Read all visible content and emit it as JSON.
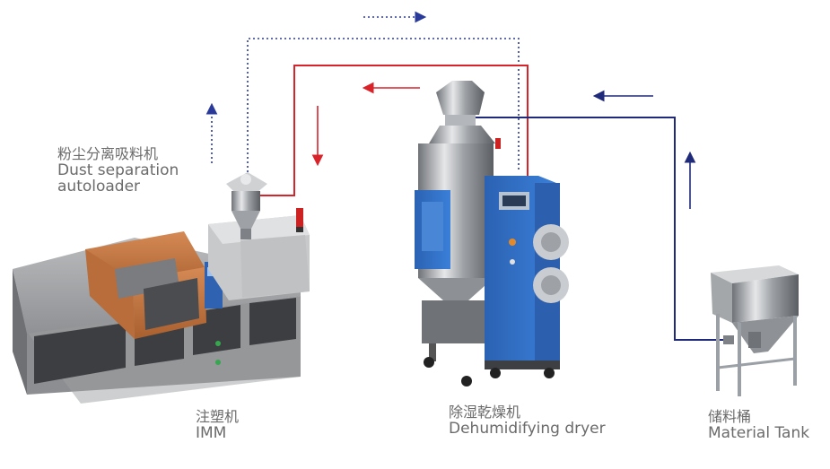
{
  "labels": {
    "autoloader": {
      "zh": "粉尘分离吸料机",
      "en_line1": "Dust separation",
      "en_line2": "autoloader"
    },
    "imm": {
      "zh": "注塑机",
      "en": "IMM"
    },
    "dryer": {
      "zh": "除湿乾燥机",
      "en": "Dehumidifying dryer"
    },
    "tank": {
      "zh": "储料桶",
      "en": "Material Tank"
    }
  },
  "colors": {
    "material_flow_line": "#1f2a7a",
    "dried_material_line": "#d8232a",
    "return_air_dotted_line": "#2a3a9a",
    "label_text": "#6b6b6b",
    "dryer_panel_blue": "#2f6fc7",
    "imm_copper": "#c57a46",
    "machine_gray": "#a7a9ab"
  },
  "icons": {
    "flow_arrows": "arrow-icon",
    "imm": "injection-molding-machine-icon",
    "dryer": "dehumidifying-dryer-icon",
    "tank": "material-tank-icon",
    "autoloader": "autoloader-icon"
  }
}
